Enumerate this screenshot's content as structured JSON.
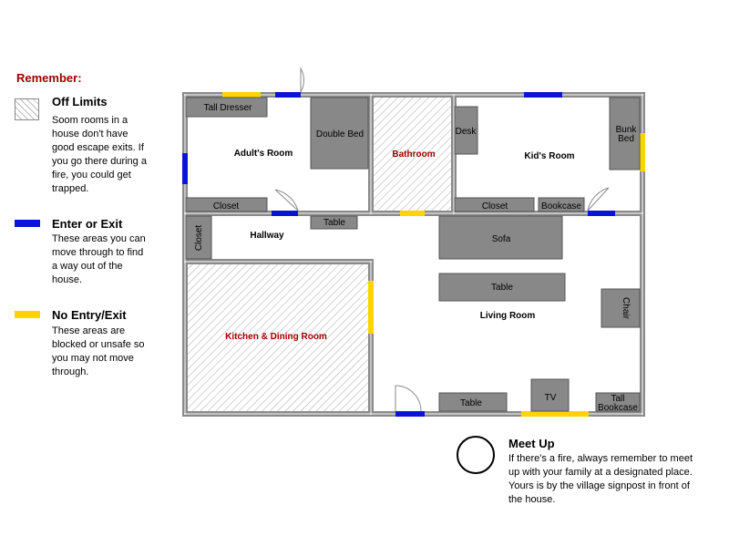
{
  "legend": {
    "title": "Remember:",
    "off_limits": {
      "heading": "Off Limits",
      "description": [
        "Soom rooms in a",
        "house don't have",
        "good escape exits. If",
        "you go there during a",
        "fire, you could get",
        "trapped."
      ]
    },
    "enter_exit": {
      "heading": "Enter or Exit",
      "description": [
        "These areas you can",
        "move through to find",
        "a way out of the",
        "house."
      ]
    },
    "no_entry": {
      "heading": "No Entry/Exit",
      "description": [
        "These areas are",
        "blocked or unsafe so",
        "you may not move",
        "through."
      ]
    }
  },
  "meetup": {
    "heading": "Meet Up",
    "description": [
      "If there's a fire, always remember to meet",
      "up with your family at a designated place.",
      "Yours is by the village signpost in front of",
      "the house."
    ]
  },
  "rooms": {
    "adults_room": "Adult's Room",
    "bathroom": "Bathroom",
    "kids_room": "Kid's Room",
    "hallway": "Hallway",
    "kitchen": "Kitchen & Dining Room",
    "living_room": "Living Room"
  },
  "furniture": {
    "tall_dresser": "Tall Dresser",
    "double_bed": "Double Bed",
    "closet_adult": "Closet",
    "desk": "Desk",
    "bunk_bed": [
      "Bunk",
      "Bed"
    ],
    "closet_kid": "Closet",
    "bookcase": "Bookcase",
    "closet_hall": "Closet",
    "hall_table": "Table",
    "sofa": "Sofa",
    "living_table": "Table",
    "chair": "Chair",
    "low_table": "Table",
    "tv": "TV",
    "tall_bookcase": [
      "Tall",
      "Bookcase"
    ]
  },
  "colors": {
    "wall": "#8a8a8a",
    "furniture": "#888888",
    "exit": "#0a14d8",
    "blocked": "#ffd400",
    "danger_label": "#a00000"
  }
}
